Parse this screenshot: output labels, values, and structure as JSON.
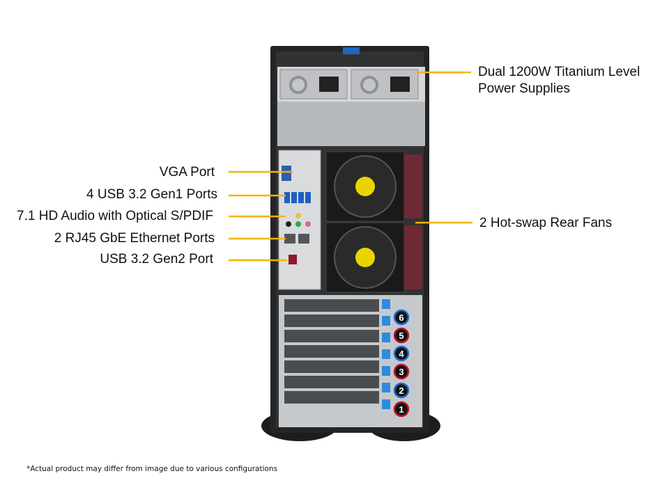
{
  "callouts": {
    "power_supplies_line1": "Dual 1200W Titanium Level",
    "power_supplies_line2": "Power Supplies",
    "vga_port": "VGA Port",
    "usb32_gen1": "4 USB 3.2 Gen1 Ports",
    "hd_audio": "7.1 HD Audio with Optical S/PDIF",
    "rj45": "2 RJ45 GbE Ethernet Ports",
    "usb32_gen2": "USB 3.2 Gen2 Port",
    "rear_fans": "2 Hot-swap Rear Fans"
  },
  "slot_numbers": [
    "6",
    "5",
    "4",
    "3",
    "2",
    "1"
  ],
  "footnote": "*Actual product may differ from image due to various configurations",
  "colors": {
    "leader_line": "#f2b400",
    "chassis": "#2b2b2b",
    "panel_steel": "#c9ccd0",
    "fan_handle": "#6e2a34",
    "slot_red": "#c8102e",
    "slot_blue": "#1f6fd6",
    "latch_blue": "#2d8be0"
  }
}
